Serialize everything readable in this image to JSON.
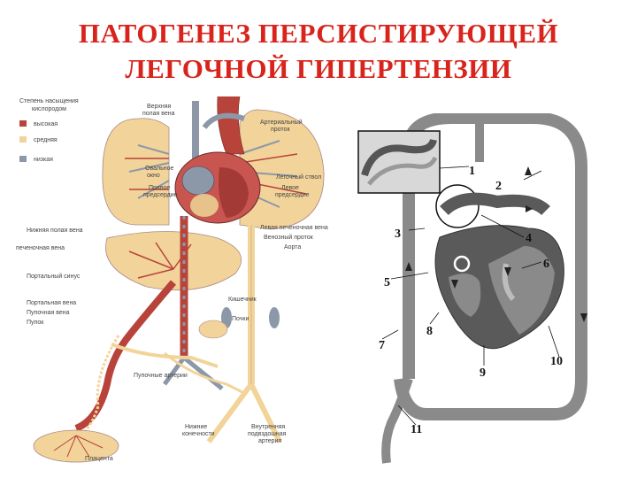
{
  "title": {
    "line1": "ПАТОГЕНЕЗ ПЕРСИСТИРУЮЩЕЙ",
    "line2": "ЛЕГОЧНОЙ ГИПЕРТЕНЗИИ"
  },
  "left_diagram": {
    "legend": {
      "title_line1": "Степень насыщения",
      "title_line2": "кислородом",
      "items": [
        {
          "label": "высокая",
          "color": "#b8433a"
        },
        {
          "label": "средняя",
          "color": "#f2d49a"
        },
        {
          "label": "низкая",
          "color": "#8c98a8"
        }
      ]
    },
    "labels": {
      "svc_line1": "Верхняя",
      "svc_line2": "полая вена",
      "ductus_line1": "Артериальный",
      "ductus_line2": "проток",
      "oval_line1": "Овальное",
      "oval_line2": "окно",
      "pulm_trunk": "Легочный ствол",
      "ra_line1": "Правое",
      "ra_line2": "предсердие",
      "la_line1": "Левое",
      "la_line2": "предсердие",
      "ivc": "Нижняя полая вена",
      "pulm_vein": "Левая печеночная вена",
      "liver_vein": "печеночная вена",
      "venous_duct": "Венозный проток",
      "aorta": "Аорта",
      "portal_sinus": "Портальный синус",
      "portal_vein": "Портальная вена",
      "umbilical_vein": "Пупочная вена",
      "navel": "Пупок",
      "intestine": "Кишечник",
      "kidneys": "Почки",
      "umbilical_artery": "Пупочные артерии",
      "lower_limbs_line1": "Нижние",
      "lower_limbs_line2": "конечности",
      "iliac_line1": "Внутренняя",
      "iliac_line2": "подвздошная",
      "iliac_line3": "артерия",
      "placenta": "Плацента"
    }
  },
  "right_diagram": {
    "numbers": [
      "1",
      "2",
      "3",
      "4",
      "5",
      "6",
      "7",
      "8",
      "9",
      "10",
      "11"
    ],
    "colors": {
      "dark": "#5a5a5a",
      "mid": "#8a8a8a",
      "light": "#bdbdbd"
    }
  }
}
